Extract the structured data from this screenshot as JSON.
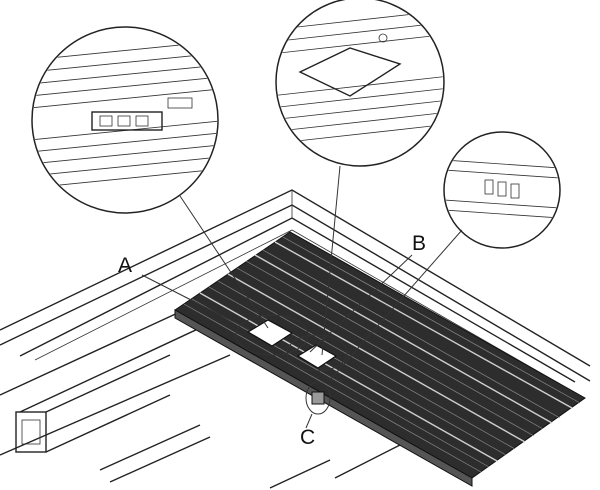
{
  "labels": {
    "a": "A",
    "b": "B",
    "c": "C"
  },
  "colors": {
    "board_fill": "#2d2d2d",
    "line": "#222222",
    "background": "#ffffff"
  }
}
